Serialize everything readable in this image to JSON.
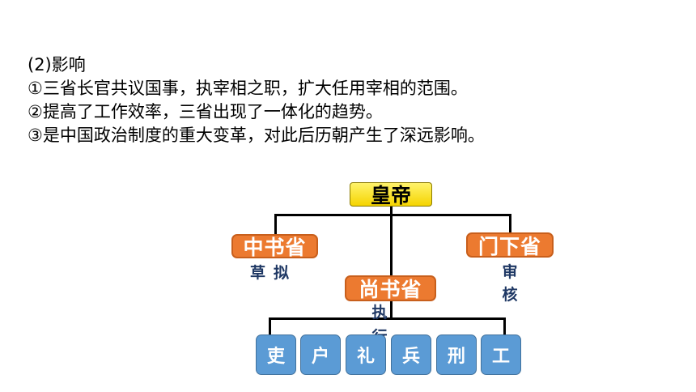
{
  "text": {
    "heading": "(2)影响",
    "items": [
      "①三省长官共议国事，执宰相之职，扩大任用宰相的范围。",
      "②提高了工作效率，三省出现了一体化的趋势。",
      "③是中国政治制度的重大变革，对此后历朝产生了深远影响。"
    ]
  },
  "diagram": {
    "emperor": "皇帝",
    "zhongshu": {
      "name": "中书省",
      "role": "草拟"
    },
    "menxia": {
      "name": "门下省",
      "role_1": "审",
      "role_2": "核"
    },
    "shangshu": {
      "name": "尚书省",
      "role_1": "执",
      "role_2": "行"
    },
    "departments": [
      "吏",
      "户",
      "礼",
      "兵",
      "刑",
      "工"
    ],
    "colors": {
      "emperor_fill": "#ffe600",
      "province_fill": "#ec7a30",
      "department_fill": "#5b9bd5",
      "role_text": "#1f3864"
    }
  }
}
